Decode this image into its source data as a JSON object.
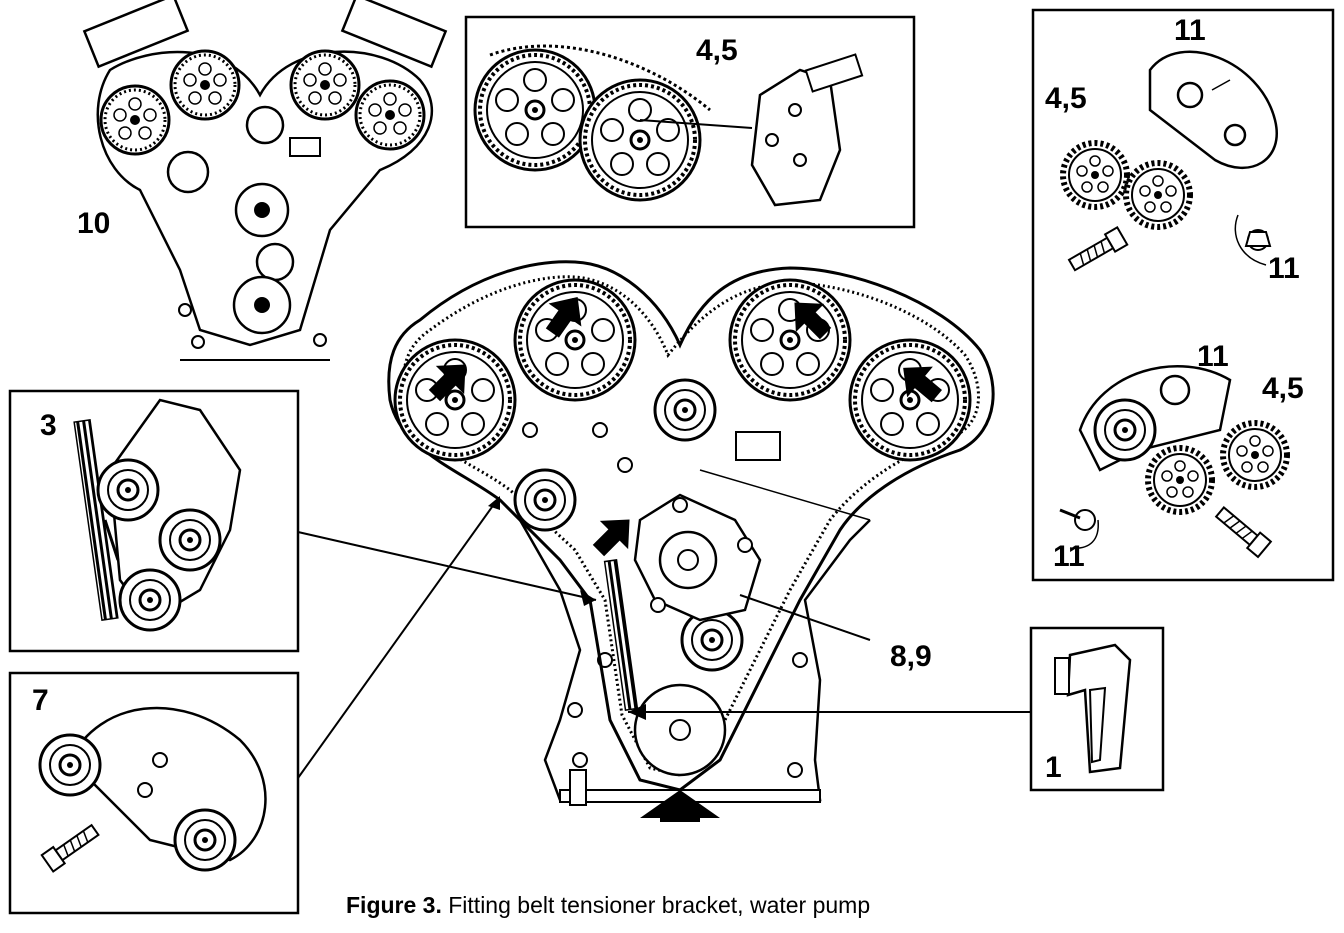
{
  "labels": {
    "main_8_9": "8,9",
    "tl_10": "10",
    "top_4_5": "4,5",
    "box3_3": "3",
    "box7_7": "7",
    "box1_1": "1",
    "tr_11_top": "11",
    "tr_4_5_top": "4,5",
    "tr_11_mid": "11",
    "tr_11_b": "11",
    "tr_4_5_b": "4,5",
    "tr_11_bot": "11"
  },
  "caption": {
    "figure_label": "Figure 3.",
    "text": "Fitting belt tensioner bracket, water pump"
  },
  "colors": {
    "ink": "#000000",
    "paper": "#ffffff"
  }
}
